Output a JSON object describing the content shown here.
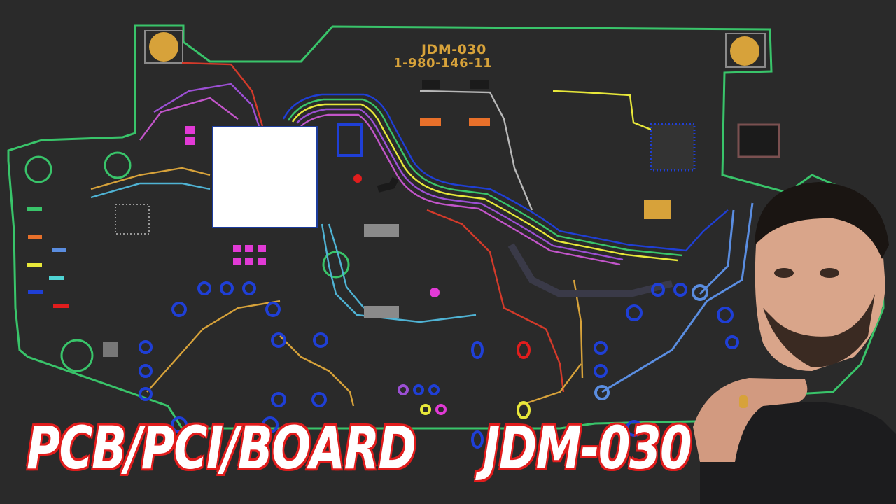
{
  "board": {
    "model": "JDM-030",
    "part_number": "1-980-146-11"
  },
  "headline": {
    "left": "PCB/PCI/BOARD",
    "right": "JDM-030"
  },
  "colors": {
    "background": "#2a2a2a",
    "outline": "#39c46a",
    "silkscreen": "#d7a23a",
    "headline_fill": "#ffffff",
    "headline_stroke": "#e11d1d",
    "via_blue": "#1f3fd6"
  }
}
